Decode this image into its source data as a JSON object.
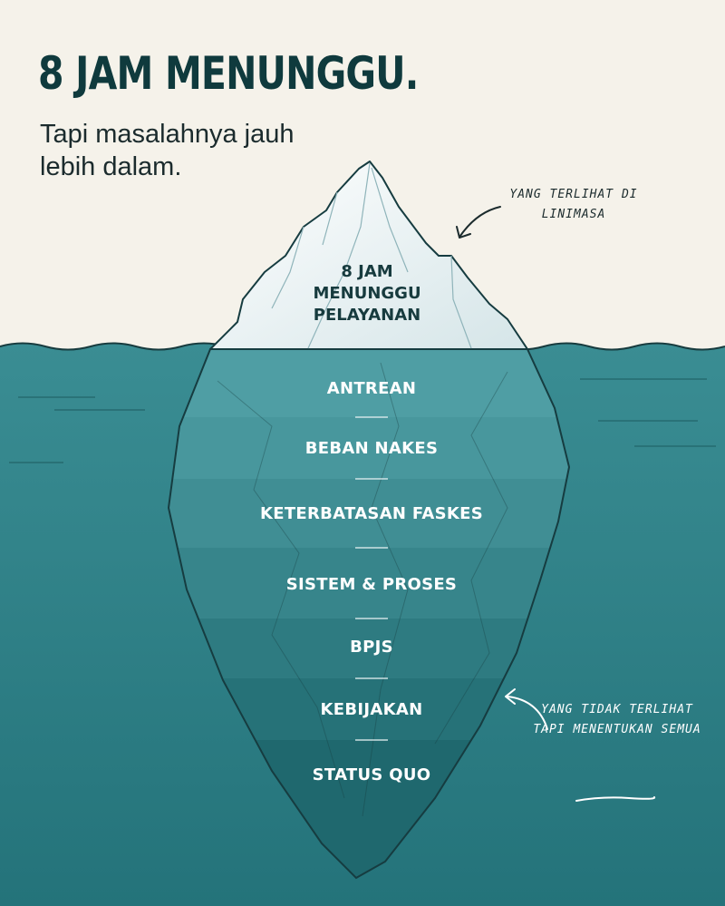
{
  "header": {
    "title": "8 JAM MENUNGGU.",
    "subtitle": "Tapi masalahnya jauh lebih dalam."
  },
  "iceberg": {
    "tip_label": "8 JAM MENUNGGU PELAYANAN",
    "layers": [
      {
        "label": "ANTREAN"
      },
      {
        "label": "BEBAN NAKES"
      },
      {
        "label": "KETERBATASAN FASKES"
      },
      {
        "label": "SISTEM & PROSES"
      },
      {
        "label": "BPJS"
      },
      {
        "label": "KEBIJAKAN"
      },
      {
        "label": "STATUS QUO"
      }
    ]
  },
  "annotations": {
    "visible": "YANG TERLIHAT DI LINIMASA",
    "hidden": "YANG TIDAK TERLIHAT TAPI MENENTUKAN SEMUA"
  },
  "colors": {
    "background": "#f5f2ea",
    "sea": "#2f7f86",
    "title": "#0f3a3d",
    "ice_tip": "#eef4f5"
  }
}
